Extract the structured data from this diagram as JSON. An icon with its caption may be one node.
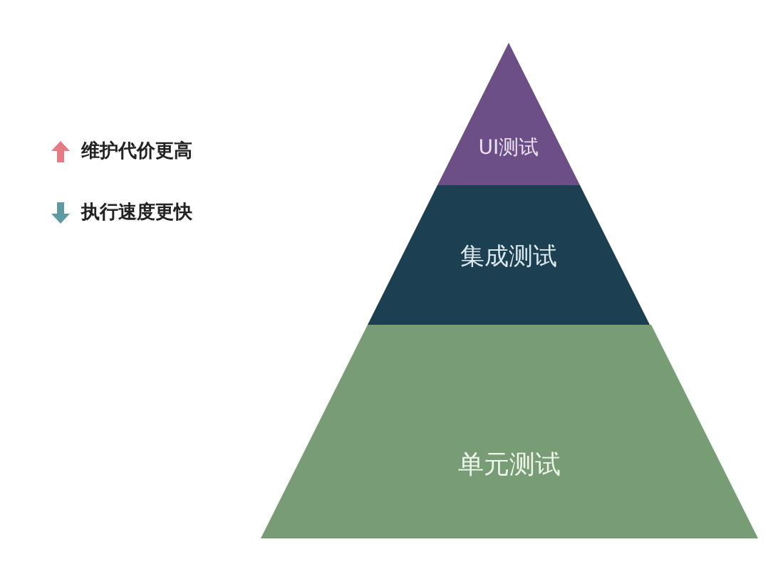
{
  "diagram": {
    "nodes": [
      {
        "text": [
          "UI测试"
        ]
      },
      {
        "text": [
          "集成测试"
        ]
      },
      {
        "text": [
          "单元测试"
        ]
      }
    ],
    "legend": [
      {
        "text": "维护代价更高"
      },
      {
        "text": "执行速度更快"
      }
    ]
  }
}
